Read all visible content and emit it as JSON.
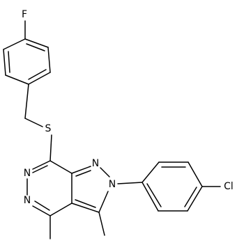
{
  "atoms": {
    "fluorine": "F",
    "sulfur": "S",
    "nitrogen_n1": "N",
    "nitrogen_n2": "N",
    "nitrogen_n5": "N",
    "nitrogen_n6": "N",
    "chlorine": "Cl"
  },
  "colors": {
    "bond": "#000000",
    "label": "#000000",
    "background": "#ffffff"
  }
}
